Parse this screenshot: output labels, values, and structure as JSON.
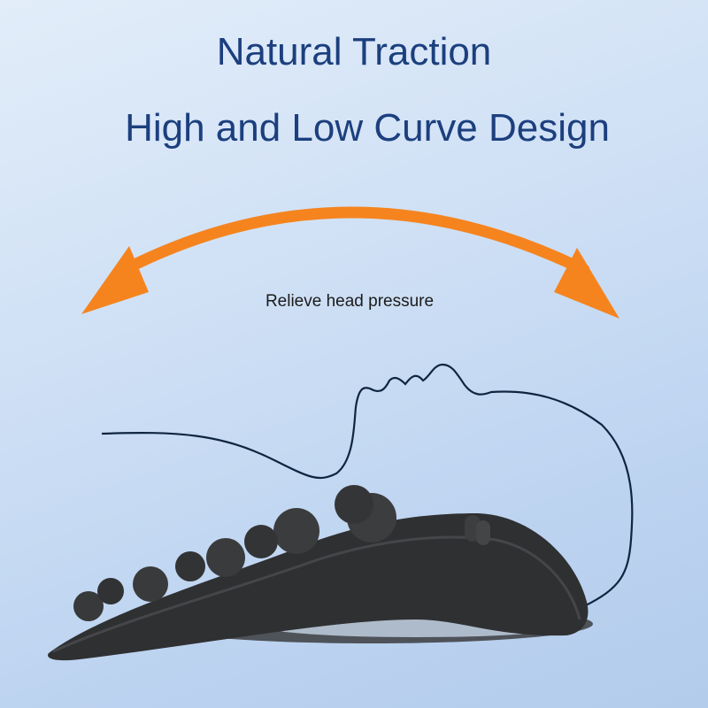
{
  "headline": {
    "line1": "Natural Traction",
    "line2": "High and Low Curve Design"
  },
  "annotation": {
    "caption": "Relieve head pressure",
    "arrow_icon": "double-headed-curved-arrow-icon",
    "arrow_color": "#f5841f"
  },
  "illustration": {
    "head_outline_color": "#0f2540",
    "product_color": "#2e2f31",
    "product": "neck-stretcher-pillow"
  },
  "colors": {
    "title": "#1c3f7e",
    "background_top": "#e2edf9",
    "background_bottom": "#b3ccec"
  }
}
